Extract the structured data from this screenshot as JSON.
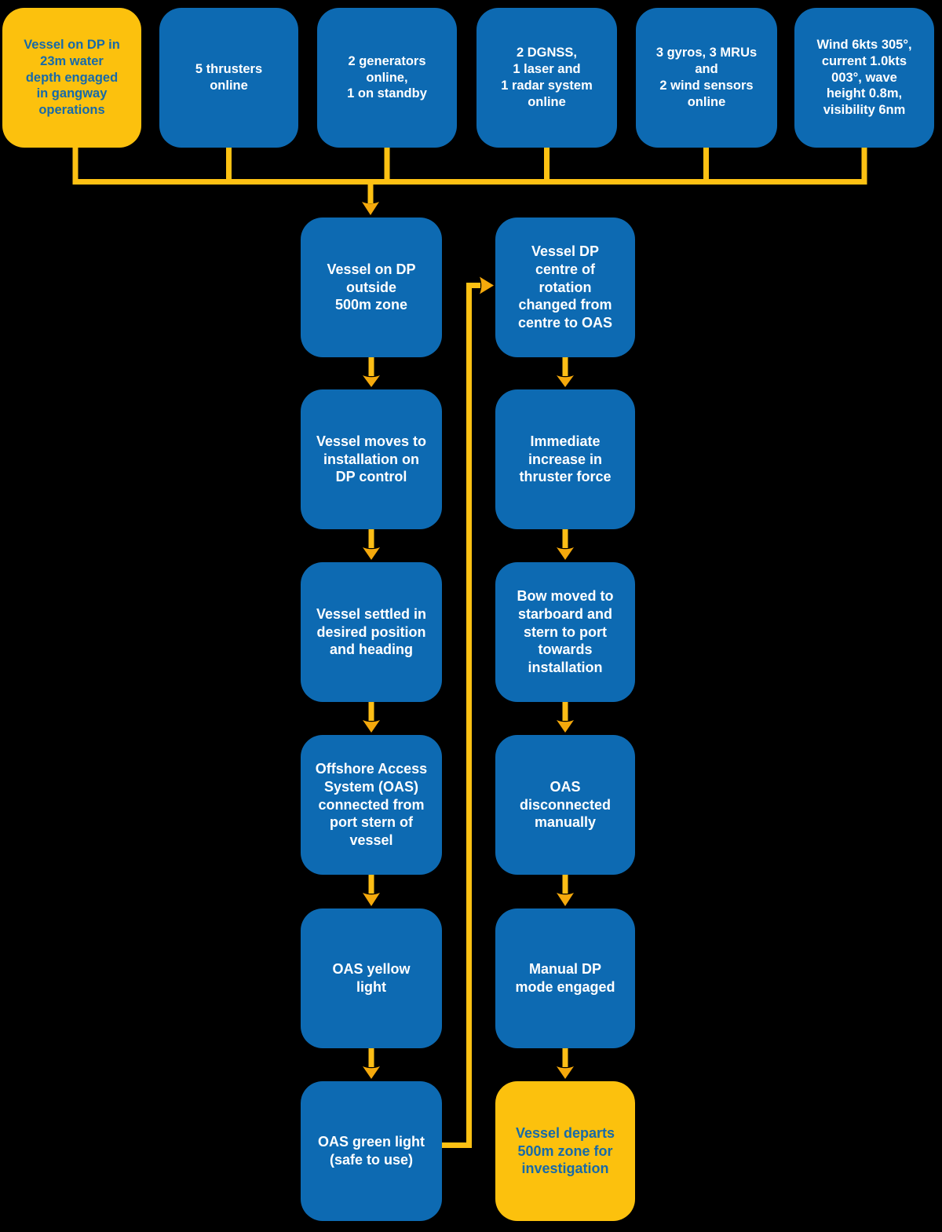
{
  "colors": {
    "background": "#000000",
    "box_blue": "#0D6AB2",
    "box_yellow": "#FCC10D",
    "text_on_blue": "#FFFFFF",
    "text_on_yellow": "#176AA9",
    "connector": "#FDC113",
    "arrow_stem": "#FDBE16",
    "arrow_head": "#F5A90C"
  },
  "flowchart": {
    "top_row": [
      {
        "text": "Vessel on DP in\n23m water\ndepth engaged\nin gangway\noperations",
        "variant": "yellow"
      },
      {
        "text": "5 thrusters\nonline",
        "variant": "blue"
      },
      {
        "text": "2 generators\nonline,\n1 on standby",
        "variant": "blue"
      },
      {
        "text": "2 DGNSS,\n1 laser and\n1 radar system\nonline",
        "variant": "blue"
      },
      {
        "text": "3 gyros, 3 MRUs\nand\n2 wind sensors\nonline",
        "variant": "blue"
      },
      {
        "text": "Wind 6kts 305°,\ncurrent 1.0kts\n003°, wave\nheight 0.8m,\nvisibility 6nm",
        "variant": "blue"
      }
    ],
    "left_column": [
      {
        "text": "Vessel on DP\noutside\n500m zone",
        "variant": "blue"
      },
      {
        "text": "Vessel moves to\ninstallation on\nDP control",
        "variant": "blue"
      },
      {
        "text": "Vessel settled in\ndesired position\nand heading",
        "variant": "blue"
      },
      {
        "text": "Offshore Access\nSystem (OAS)\nconnected from\nport stern of\nvessel",
        "variant": "blue"
      },
      {
        "text": "OAS yellow\nlight",
        "variant": "blue"
      },
      {
        "text": "OAS green light\n(safe to use)",
        "variant": "blue"
      }
    ],
    "right_column": [
      {
        "text": "Vessel DP\ncentre of\nrotation\nchanged from\ncentre to OAS",
        "variant": "blue"
      },
      {
        "text": "Immediate\nincrease in\nthruster force",
        "variant": "blue"
      },
      {
        "text": "Bow moved to\nstarboard and\nstern to port\ntowards\ninstallation",
        "variant": "blue"
      },
      {
        "text": "OAS\ndisconnected\nmanually",
        "variant": "blue"
      },
      {
        "text": "Manual DP\nmode engaged",
        "variant": "blue"
      },
      {
        "text": "Vessel departs\n500m zone for\ninvestigation",
        "variant": "yellow"
      }
    ]
  }
}
